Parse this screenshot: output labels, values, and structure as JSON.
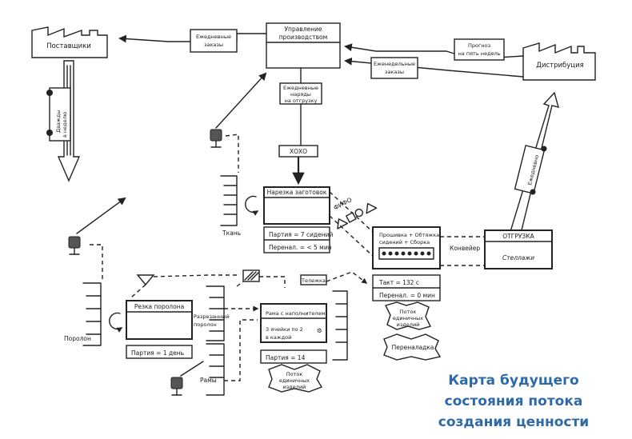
{
  "nodes": {
    "suppliers": "Поставщики",
    "production_control": "Управление производством",
    "distribution": "Дистрибуция",
    "cutting": "Нарезка заготовок",
    "foam_cutting": "Резка поролона",
    "sewing": "Прошивка + Обтяжка сидений + Сборка",
    "frame": "Рама с наполнителем",
    "shipping": "ОТГРУЗКА",
    "shipping_sub": "Стеллажи"
  },
  "info": {
    "daily_orders": "Ежедневные заказы",
    "weekly_orders": "Еженедельные заказы",
    "forecast": "Прогноз на пять недель",
    "daily_shipping_orders": "Ежедневные наряды на отгрузку",
    "xoxo": "ХОХО",
    "twice_a_week": "Дважды в неделю",
    "daily": "Ежедневно",
    "fifo": "ФИФО"
  },
  "data_boxes": {
    "cutting_batch": "Партия = 7 сидений",
    "cutting_changeover": "Перенал. = < 5 мин",
    "sewing_takt": "Такт = 132 с",
    "sewing_changeover": "Перенал. = 0 мин",
    "foam_batch": "Партия = 1 день",
    "frame_cells": "3 ячейки по 2 в каждой",
    "frame_batch": "Партия = 14"
  },
  "labels": {
    "fabric": "Ткань",
    "foam": "Поролон",
    "cut_foam": "Разрезанный поролон",
    "frames": "Рамы",
    "cart": "Тележка",
    "conveyor": "Конвейер"
  },
  "kaizen": {
    "one_piece_flow_1": "Поток единичных изделий",
    "one_piece_flow_2": "Поток единичных изделий",
    "changeover": "Переналадка"
  },
  "caption": {
    "line1": "Карта будущего",
    "line2": "состояния потока",
    "line3": "создания ценности"
  },
  "colors": {
    "ink": "#222222",
    "caption": "#2f6aa8",
    "kanban_fill": "#555555"
  }
}
